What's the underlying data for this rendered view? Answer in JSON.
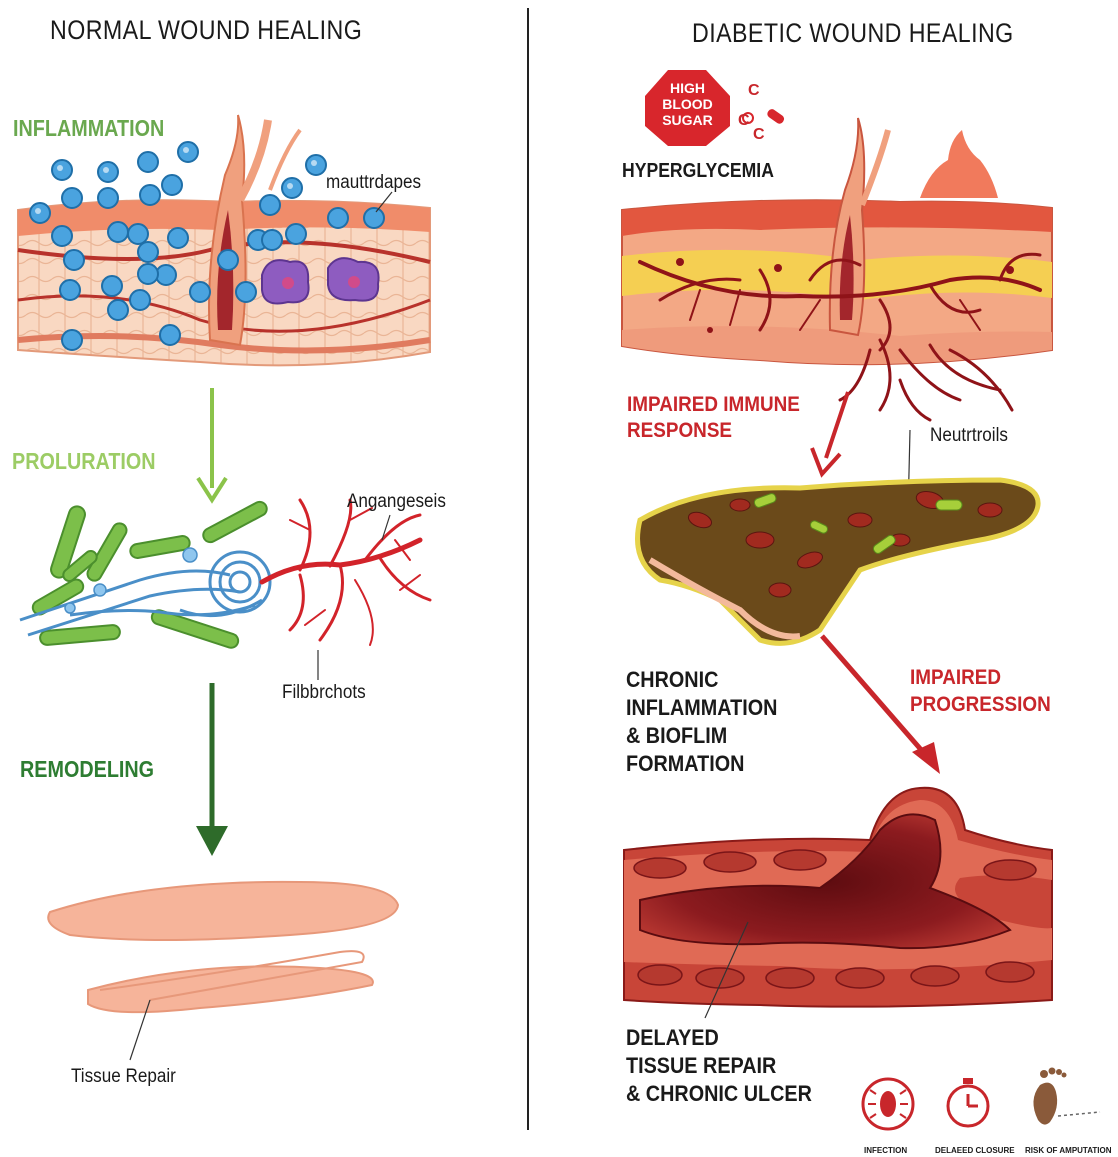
{
  "left": {
    "title": "NORMAL WOUND HEALING",
    "stage_inflammation": "INFLAMMATION",
    "label_macrophages": "mauttrdapes",
    "stage_proliferation": "PROLURATION",
    "label_angiogenesis": "Angangeseis",
    "label_fibroblasts": "Filbbrchots",
    "stage_remodeling": "REMODELING",
    "label_tissue_repair": "Tissue Repair"
  },
  "right": {
    "title": "DIABETIC WOUND HEALING",
    "sugar_badge": [
      "HIGH",
      "BLOOD",
      "SUGAR"
    ],
    "sugar_glyphs": [
      "C",
      "C",
      "C"
    ],
    "label_hyperglycemia": "HYPERGLYCEMIA",
    "label_impaired_immune": [
      "IMPAIRED IMMUNE",
      "RESPONSE"
    ],
    "label_neutrophils": "Neutrtroils",
    "label_chronic": [
      "CHRONIC",
      "INFLAMMATION",
      "& BIOFLIM",
      "FORMATION"
    ],
    "label_impaired_progression": [
      "IMPAIRED",
      "PROGRESSION"
    ],
    "label_delayed": [
      "DELAYED",
      "TISSUE REPAIR",
      "& CHRONIC ULCER"
    ],
    "icons": [
      {
        "name": "infection-icon",
        "caption": "INFECTION"
      },
      {
        "name": "delayed-closure-icon",
        "caption": "DELAEED CLOSURE"
      },
      {
        "name": "amputation-risk-icon",
        "caption": "RISK OF AMPUTATION"
      }
    ]
  },
  "colors": {
    "green_light": "#6aa84f",
    "green_mid": "#8bc34a",
    "green_dark": "#2e7d32",
    "red": "#c8262b",
    "skin": "#f4b79c",
    "blood": "#a1161c"
  }
}
